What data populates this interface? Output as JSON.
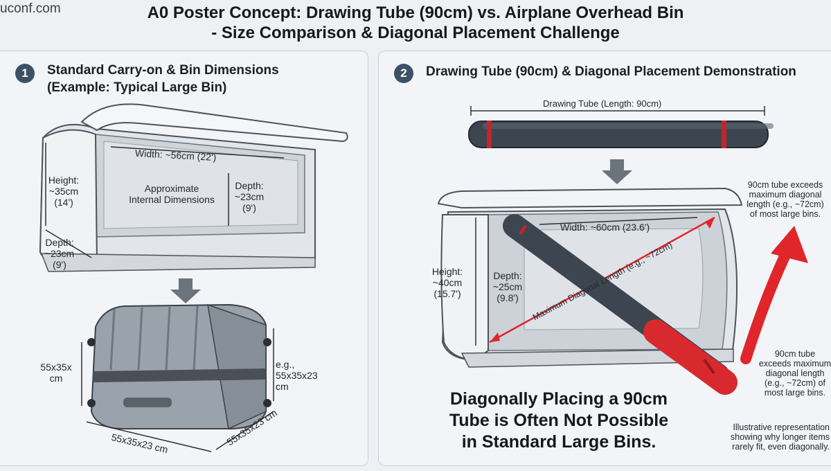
{
  "watermark": "uconf.com",
  "title": {
    "line1": "A0 Poster Concept: Drawing Tube (90cm) vs. Airplane Overhead Bin",
    "line2": "- Size Comparison & Diagonal Placement Challenge"
  },
  "panel1": {
    "number": "1",
    "heading_line1": "Standard Carry-on & Bin Dimensions",
    "heading_line2": "(Example: Typical Large Bin)",
    "bin": {
      "width": "Width: ~56cm (22')",
      "height_l1": "Height:",
      "height_l2": "~35cm",
      "height_l3": "(14')",
      "depth_l1": "Depth:",
      "depth_l2": "~23cm",
      "depth_l3": "(9')",
      "inner_l1": "Approximate",
      "inner_l2": "Internal Dimensions",
      "depth2_l1": "Depth:",
      "depth2_l2": "~23cm",
      "depth2_l3": "(9')"
    },
    "suitcase": {
      "left_l1": "55x35x",
      "left_l2": "cm",
      "right_l1": "e.g.,",
      "right_l2": "55x35x23",
      "right_l3": "cm",
      "bottom": "55x35x23 cm",
      "side": "55x35x23 cm"
    }
  },
  "panel2": {
    "number": "2",
    "heading": "Drawing Tube (90cm) & Diagonal Placement Demonstration",
    "tube_label": "Drawing Tube (Length: 90cm)",
    "bin": {
      "width": "Width: ~60cm (23.6')",
      "height_l1": "Height:",
      "height_l2": "~40cm",
      "height_l3": "(15.7')",
      "depth_l1": "Depth:",
      "depth_l2": "~25cm",
      "depth_l3": "(9.8')",
      "diagonal": "Maximum Diagonal Length (e.g., ~72cm)"
    },
    "callout_top": [
      "90cm tube exceeds",
      "maximum diagonal",
      "length (e.g., ~72cm)",
      "of most large bins."
    ],
    "callout_bottom": [
      "90cm tube",
      "exceeds maximum",
      "diagonal length",
      "(e.g., ~72cm) of",
      "most large bins."
    ],
    "conclusion": [
      "Diagonally Placing a 90cm",
      "Tube is Often Not Possible",
      "in Standard Large Bins."
    ],
    "footnote": [
      "Illustrative representation",
      "showing why longer items",
      "rarely fit, even diagonally."
    ]
  },
  "colors": {
    "badge": "#3b5166",
    "tube": "#3d4650",
    "tube_band": "#c0262d",
    "alert": "#e0252b",
    "bin": "#e4e7eb"
  }
}
